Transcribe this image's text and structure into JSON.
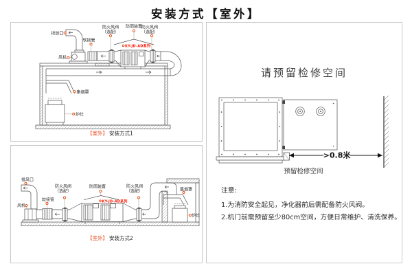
{
  "title": "安装方式【室外】",
  "colors": {
    "accent": "#e8521a",
    "series_red": "#ff1400",
    "panel_border": "#c8c8c8"
  },
  "panel1": {
    "caption_tag": "【室外】",
    "caption_text": "安装方式1",
    "labels": {
      "discharge_outlet": "排放口",
      "flexible_duct": "软接管",
      "fan": "风机",
      "fire_damper_line1": "防火风阀",
      "fire_damper_line2": "（选配）",
      "rain_cover": "防雨装置",
      "series": "KY-JD-AD系列",
      "smoke_hood": "集烟罩",
      "stove": "炉灶"
    }
  },
  "panel2": {
    "caption_tag": "【室外】",
    "caption_text": "安装方式2",
    "labels": {
      "exhaust_outlet": "排风口",
      "flexible_duct": "软接管",
      "fan": "风机",
      "fire_damper_line1": "防火风阀",
      "fire_damper_line2": "（选配）",
      "rain_cover": "防雨装置",
      "series": "KY-JD-AD系列",
      "smoke_hood": "集烟罩",
      "stove": "炉灶"
    }
  },
  "panel3": {
    "heading": "请预留检修空间",
    "clearance": ">0.8米",
    "caption": "预留检修空间",
    "notes_title": "注意:",
    "notes": [
      "1.为消防安全起见，净化器前后需配备防火风阀。",
      "2.机门前需预留至少80cm空间，方便日常维护、清洗保养。"
    ]
  }
}
